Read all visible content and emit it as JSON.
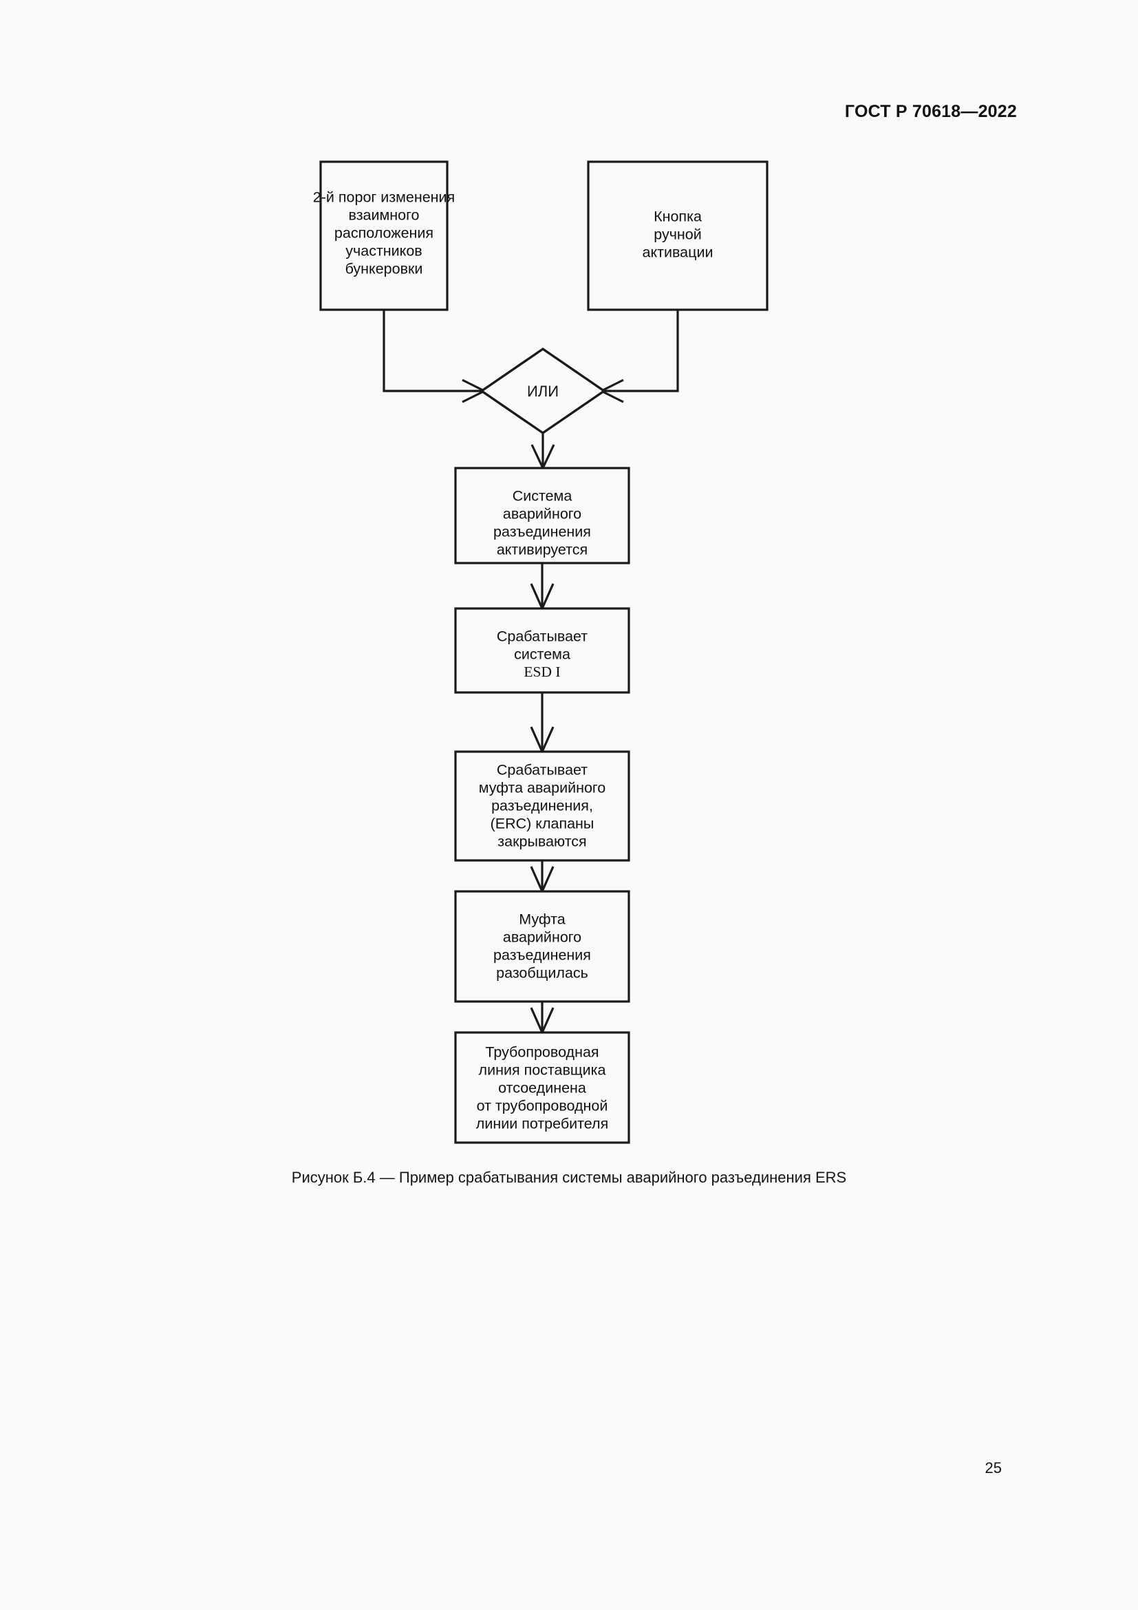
{
  "document": {
    "header": "ГОСТ Р 70618—2022",
    "page_number": "25"
  },
  "figure": {
    "caption": "Рисунок Б.4 — Пример срабатывания системы аварийного разъединения ERS",
    "nodes": {
      "trigger_threshold": {
        "lines": [
          "2-й порог изменения",
          "взаимного",
          "расположения",
          "участников",
          "бункеровки"
        ]
      },
      "manual_button": {
        "lines": [
          "Кнопка",
          "ручной",
          "активации"
        ]
      },
      "or_gate": {
        "label": "ИЛИ"
      },
      "ers_activated": {
        "lines": [
          "Система",
          "аварийного",
          "разъединения",
          "активируется"
        ]
      },
      "esd_triggered": {
        "lines": [
          "Срабатывает",
          "система",
          "ESD I"
        ]
      },
      "erc_valves": {
        "lines": [
          "Срабатывает",
          "муфта аварийного",
          "разъединения,",
          "(ERC) клапаны",
          "закрываются"
        ]
      },
      "coupling_separated": {
        "lines": [
          "Муфта",
          "аварийного",
          "разъединения",
          "разобщилась"
        ]
      },
      "pipeline_disconnected": {
        "lines": [
          "Трубопроводная",
          "линия поставщика",
          "отсоединена",
          "от трубопроводной",
          "линии потребителя"
        ]
      }
    }
  },
  "colors": {
    "page_background": "#fafafa",
    "ink": "#1a1a1a",
    "text": "#111111"
  }
}
